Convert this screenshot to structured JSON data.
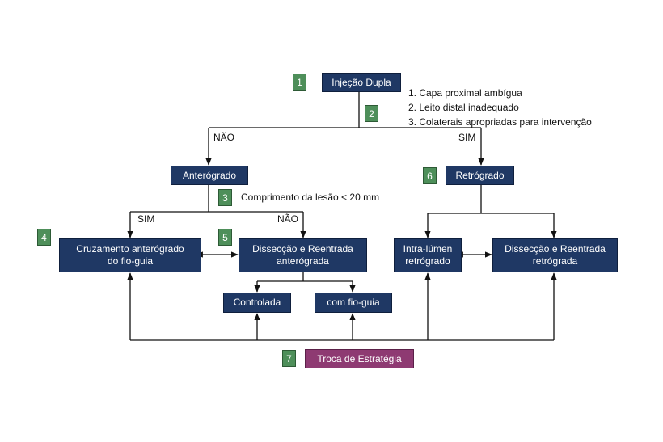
{
  "nodes": {
    "injecao": "Injeção Dupla",
    "anterogrado": "Anterógrado",
    "retrogrado": "Retrógrado",
    "cruzamento": "Cruzamento anterógrado\ndo fio-guia",
    "disseccao_ant": "Dissecção e Reentrada\nanterógrada",
    "intra_lumen": "Intra-lúmen\nretrógrado",
    "disseccao_ret": "Dissecção e Reentrada\nretrógrada",
    "controlada": "Controlada",
    "fio_guia": "com fio-guia",
    "troca": "Troca de Estratégia"
  },
  "markers": [
    "1",
    "2",
    "3",
    "4",
    "5",
    "6",
    "7"
  ],
  "criteria": [
    "1. Capa proximal ambígua",
    "2. Leito distal inadequado",
    "3. Colaterais apropriadas para intervenção"
  ],
  "labels": {
    "nao_top": "NÃO",
    "sim_top": "SIM",
    "comprimento": "Comprimento da lesão < 20 mm",
    "sim_left": "SIM",
    "nao_mid": "NÃO"
  },
  "colors": {
    "box": "#1f3864",
    "marker": "#4e8f5a",
    "strategy": "#8e3a72"
  }
}
